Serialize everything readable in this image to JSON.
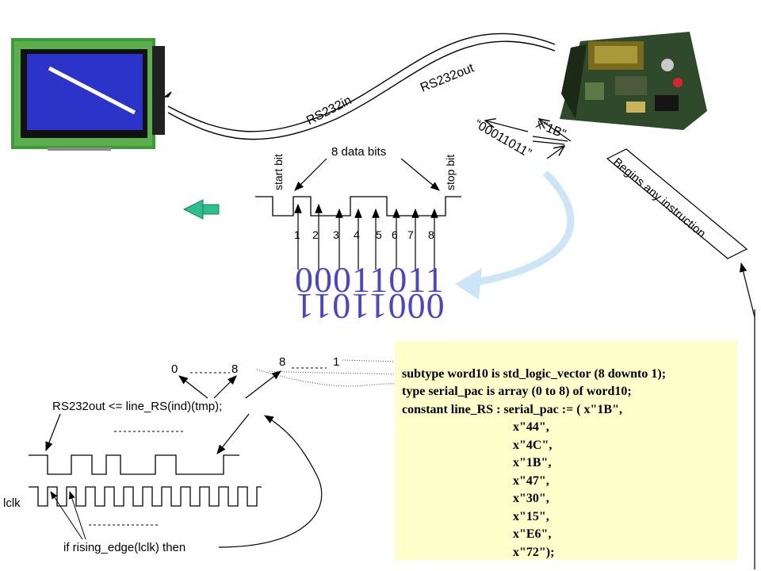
{
  "labels": {
    "rs232in": "RS232in",
    "rs232out": "RS232out",
    "hex_value": "x\"1B\"",
    "binary_quoted": "“00011011”",
    "begins_note": "Begins any instruction",
    "data_bits": "8 data bits",
    "start_bit": "start bit",
    "stop_bit": "stop bit",
    "bit_numbers": [
      "1",
      "2",
      "3",
      "4",
      "5",
      "6",
      "7",
      "8"
    ],
    "binary_big": "00011011",
    "index_zero": "0",
    "index_eight_a": "8",
    "index_eight_b": "8",
    "index_one": "1",
    "assignment": "RS232out <= line_RS(ind)(tmp);",
    "clock_label": "lclk",
    "rising_edge": "if rising_edge(lclk) then"
  },
  "code": {
    "lines": [
      "subtype word10 is std_logic_vector (8 downto 1);",
      "type serial_pac is array (0 to 8) of word10;",
      "constant line_RS : serial_pac := ( x\"1B\",",
      "                                   x\"44\",",
      "                                   x\"4C\",",
      "                                   x\"1B\",",
      "                                   x\"47\",",
      "                                   x\"30\",",
      "                                   x\"15\",",
      "                                   x\"E6\",",
      "                                   x\"72\");"
    ]
  },
  "colors": {
    "lcd_screen": "#2c33c8",
    "lcd_pcb": "#3f9a3a",
    "board_pcb": "#2e4a2a",
    "arrow_green": "#2fbf8f",
    "curved_arrow": "#cde6f7",
    "binary_text": "#4a46c8",
    "code_bg": "#ffffcc"
  },
  "icons": [
    "lcd-display-icon",
    "fpga-board-icon"
  ]
}
